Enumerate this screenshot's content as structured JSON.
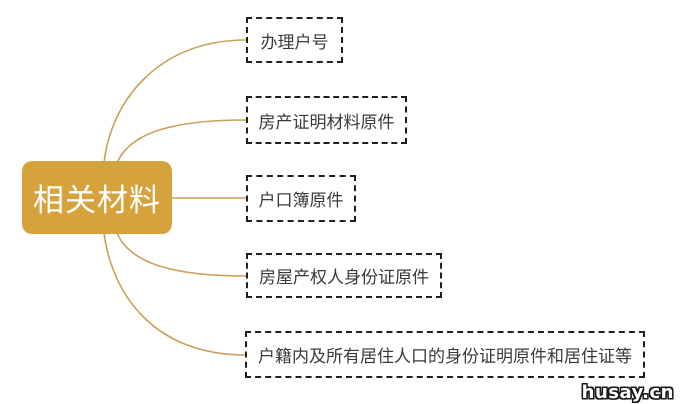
{
  "root": {
    "label": "相关材料"
  },
  "branches": [
    {
      "label": "办理户号"
    },
    {
      "label": "房产证明材料原件"
    },
    {
      "label": "户口簿原件"
    },
    {
      "label": "房屋产权人身份证原件"
    },
    {
      "label": "户籍内及所有居住人口的身份证明原件和居住证等"
    }
  ],
  "colors": {
    "root_fill": "#D6A23C",
    "root_text": "#FFFFFF",
    "connector": "#C9A05A",
    "branch_border": "#1F1F1F",
    "branch_text": "#3A3A3A",
    "background": "#FFFFFF"
  },
  "watermark": {
    "text": "husay.cn"
  }
}
